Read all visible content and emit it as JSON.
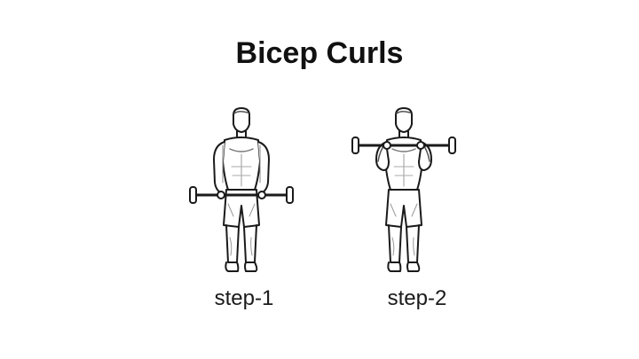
{
  "title": "Bicep Curls",
  "steps": [
    {
      "label": "step-1",
      "pose": "arms-extended-barbell-at-thighs"
    },
    {
      "label": "step-2",
      "pose": "arms-curled-barbell-at-shoulders"
    }
  ],
  "colors": {
    "background": "#ffffff",
    "ink": "#1a1a1a",
    "shade": "#9a9a9a"
  }
}
